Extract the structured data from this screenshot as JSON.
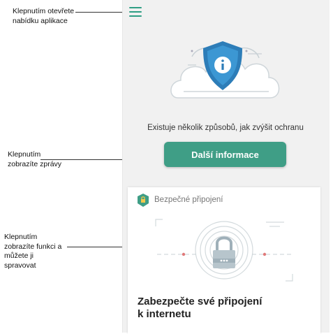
{
  "annotations": {
    "menu_line1": "Klepnutím otevřete",
    "menu_line2": "nabídku aplikace",
    "more_line1": "Klepnutím",
    "more_line2": "zobrazíte zprávy",
    "card_line1": "Klepnutím",
    "card_line2": "zobrazíte funkci a",
    "card_line3": "můžete ji",
    "card_line4": "spravovat"
  },
  "hero": {
    "icon": "shield-info-icon",
    "text": "Existuje několik způsobů, jak zvýšit ochranu",
    "button_label": "Další informace"
  },
  "card": {
    "icon": "vpn-shield-icon",
    "label": "Bezpečné připojení",
    "illustration": "padlock-signal-icon",
    "title_line1": "Zabezpečte své připojení",
    "title_line2": "k internetu"
  },
  "colors": {
    "accent": "#3f9e86",
    "shield": "#2d7db8",
    "background": "#f1f1f1"
  }
}
